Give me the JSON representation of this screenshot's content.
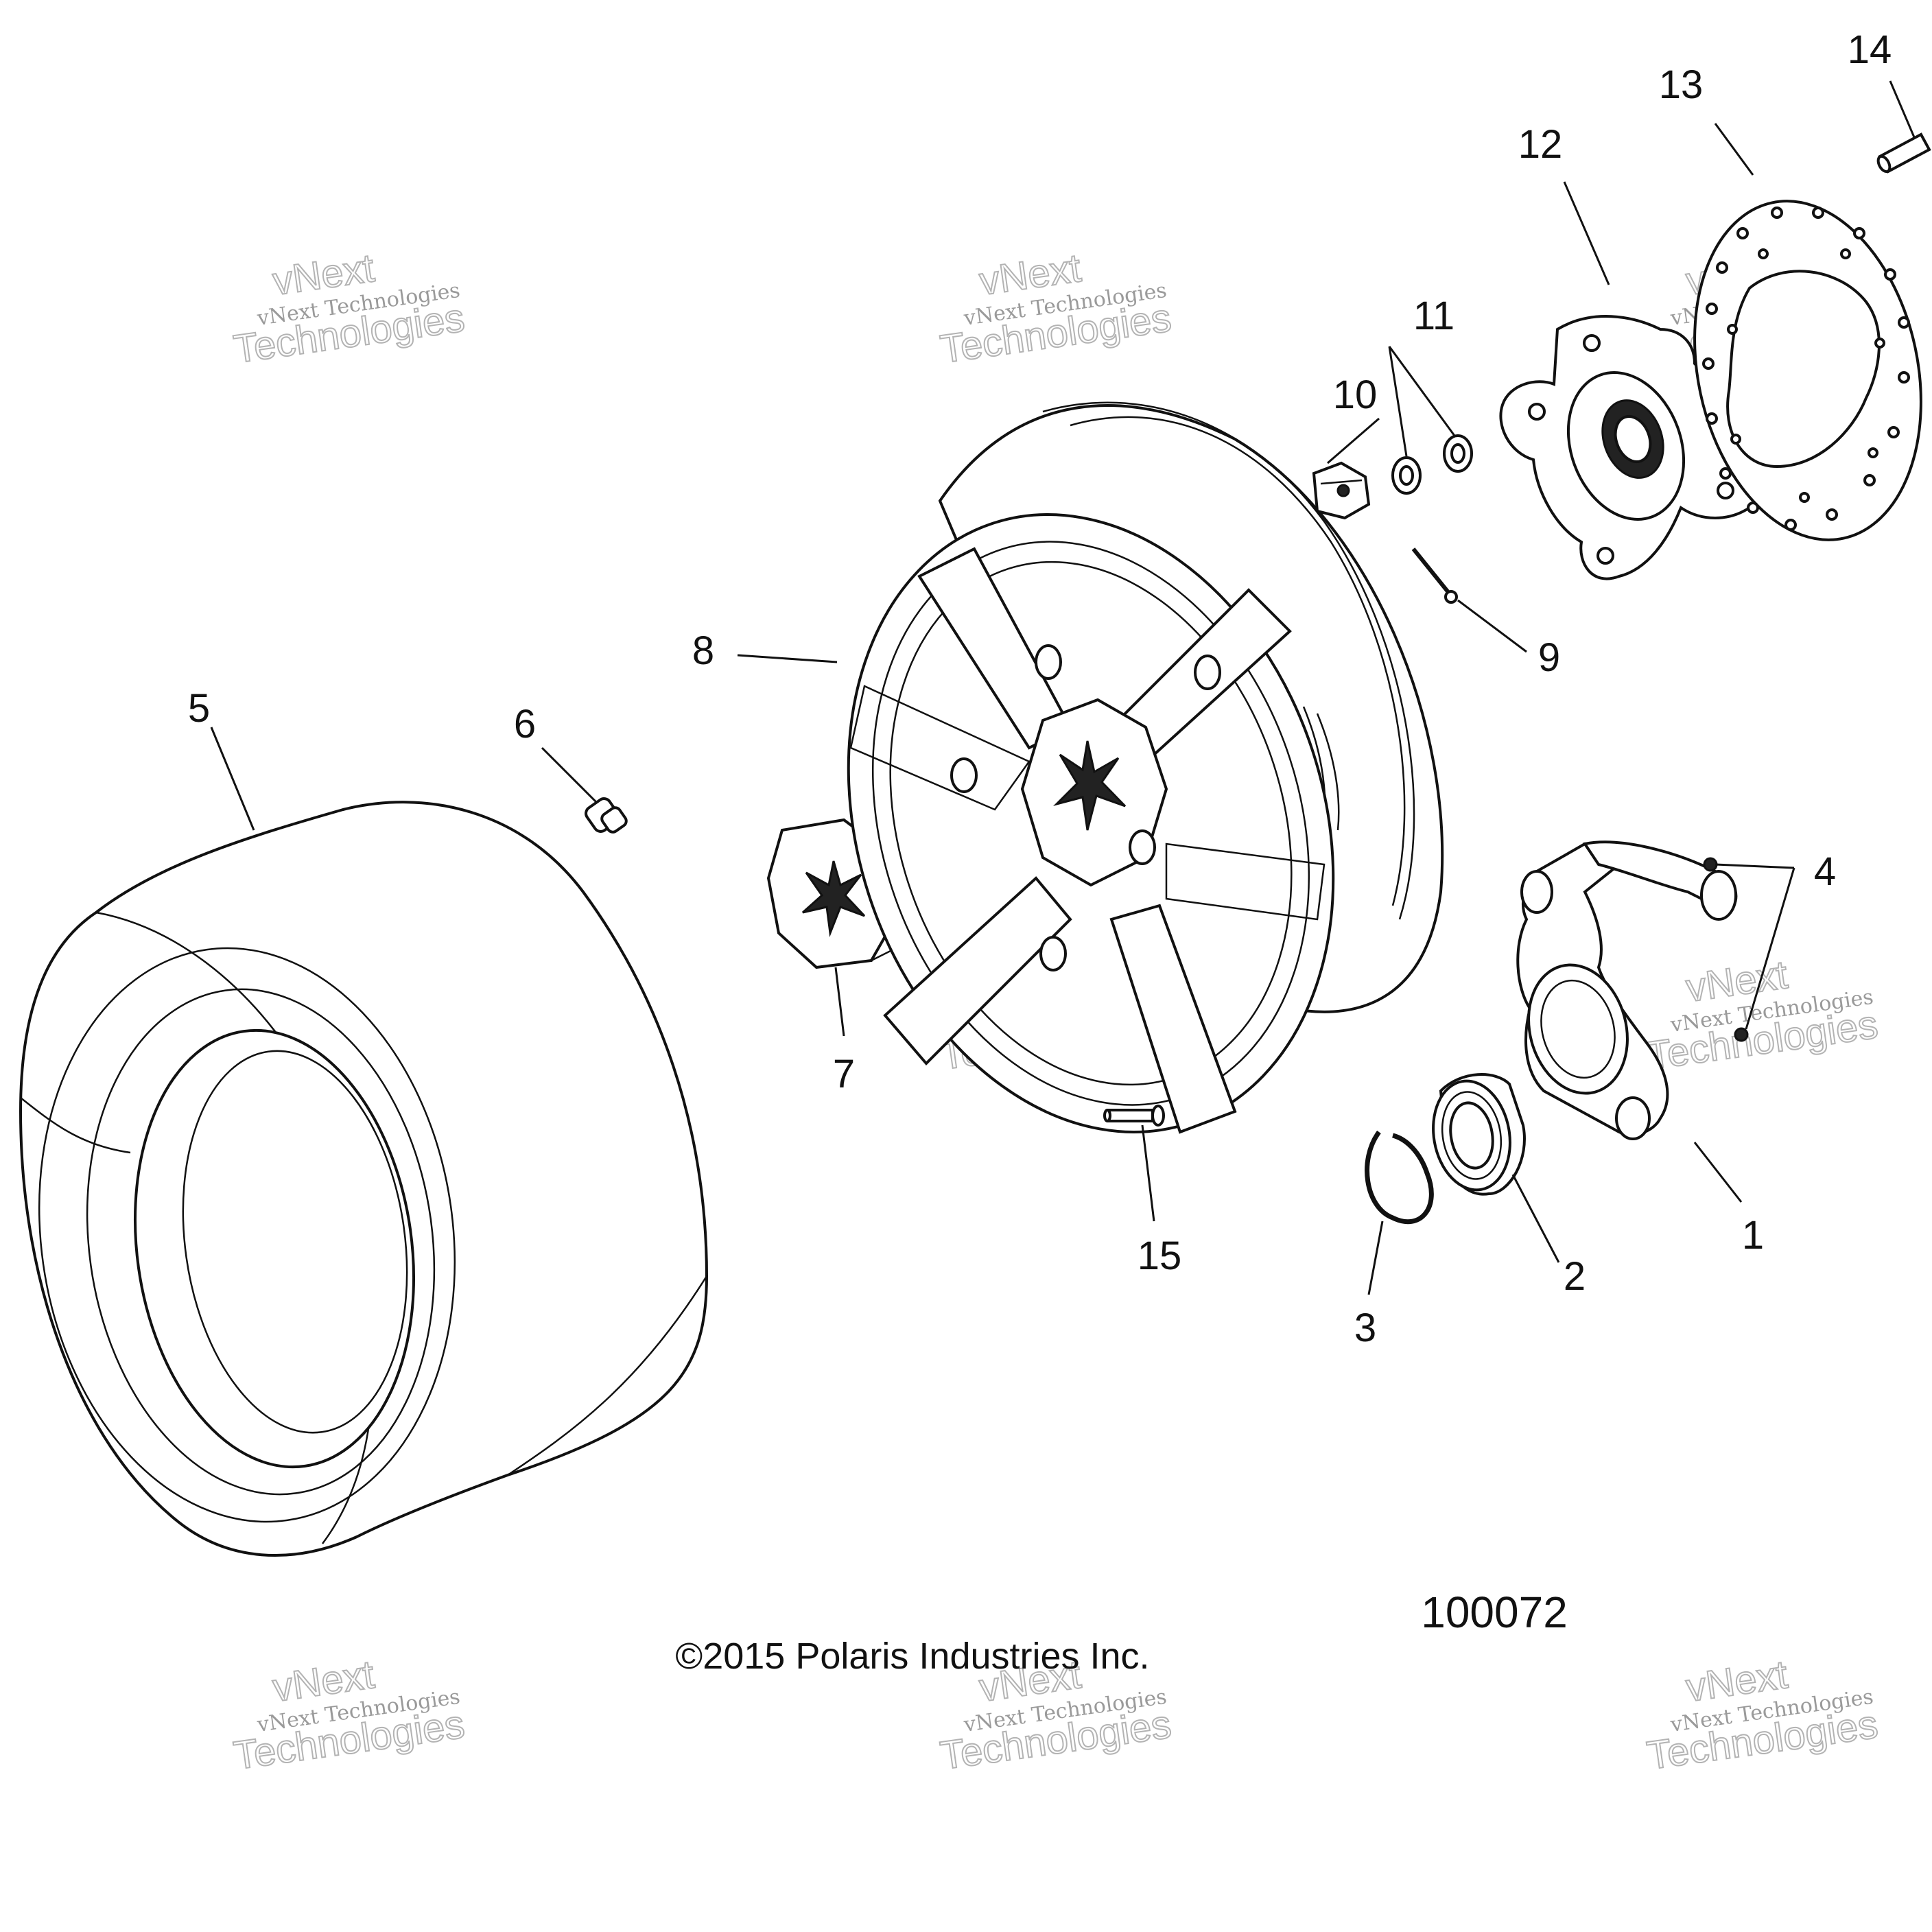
{
  "callouts": [
    {
      "id": "1",
      "text": "1"
    },
    {
      "id": "2",
      "text": "2"
    },
    {
      "id": "3",
      "text": "3"
    },
    {
      "id": "4",
      "text": "4"
    },
    {
      "id": "5",
      "text": "5"
    },
    {
      "id": "6",
      "text": "6"
    },
    {
      "id": "7",
      "text": "7"
    },
    {
      "id": "8",
      "text": "8"
    },
    {
      "id": "9",
      "text": "9"
    },
    {
      "id": "10",
      "text": "10"
    },
    {
      "id": "11",
      "text": "11"
    },
    {
      "id": "12",
      "text": "12"
    },
    {
      "id": "13",
      "text": "13"
    },
    {
      "id": "14",
      "text": "14"
    },
    {
      "id": "15",
      "text": "15"
    }
  ],
  "figure_id": "100072",
  "copyright": "©2015 Polaris Industries Inc.",
  "watermark": {
    "line_small": "vNext Technologies",
    "line_big_1": "vNext",
    "line_big_2": "Technologies"
  }
}
